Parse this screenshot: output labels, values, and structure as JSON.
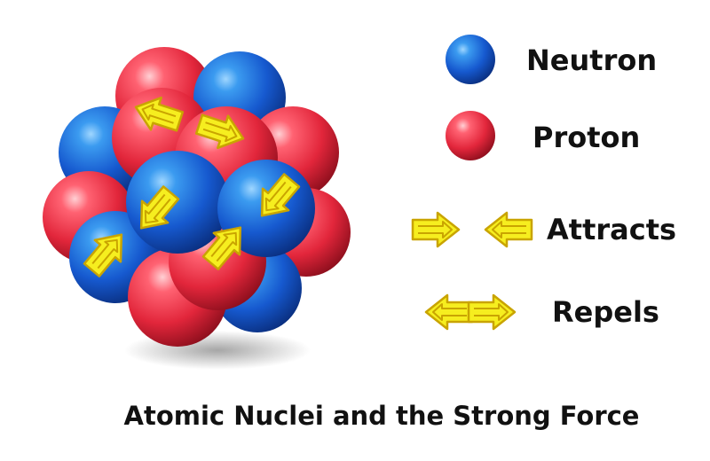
{
  "title": "Atomic Nuclei and the Strong Force",
  "legend": {
    "neutron": {
      "label": "Neutron",
      "color": "#1f63d8",
      "icon": "neutron-sphere-icon"
    },
    "proton": {
      "label": "Proton",
      "color": "#e83447",
      "icon": "proton-sphere-icon"
    },
    "attracts": {
      "label": "Attracts",
      "icon": "attract-arrows-icon"
    },
    "repels": {
      "label": "Repels",
      "icon": "repel-arrows-icon"
    }
  },
  "colors": {
    "neutron": "#1f63d8",
    "proton": "#e83447",
    "arrow_fill": "#f6ee1f",
    "arrow_stroke": "#c9a400",
    "text": "#111111"
  }
}
